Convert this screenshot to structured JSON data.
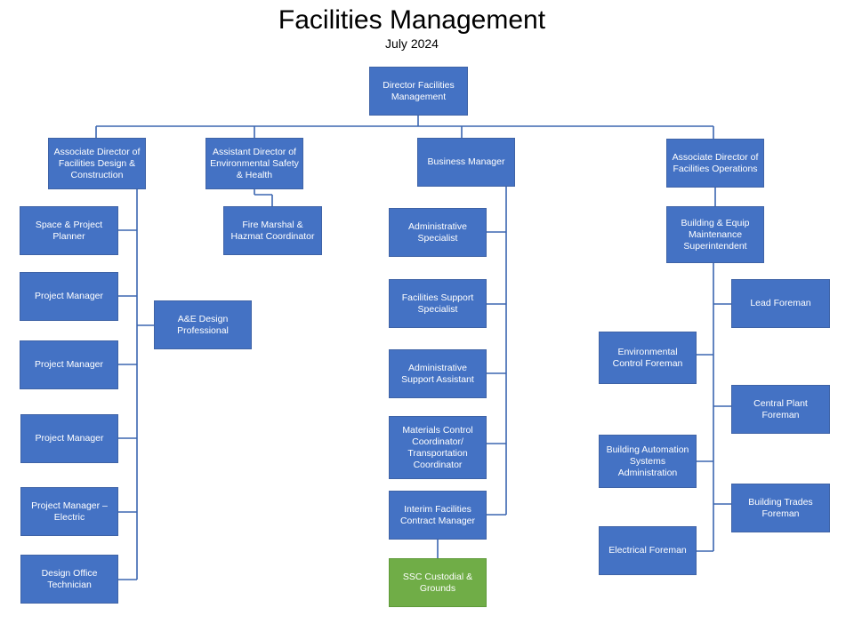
{
  "header": {
    "title": "Facilities Management",
    "date": "July 2024"
  },
  "colors": {
    "box_fill": "#4472c4",
    "box_border": "#3f63a6",
    "connector": "#3b66b0",
    "accent_box_fill": "#70ad47",
    "text": "#ffffff"
  },
  "org": {
    "director": "Director Facilities Management",
    "assoc_dir_design": "Associate Director of Facilities Design & Construction",
    "asst_dir_ehs": "Assistant Director of Environmental Safety & Health",
    "business_manager": "Business Manager",
    "assoc_dir_ops": "Associate Director of Facilities Operations",
    "design_team": {
      "space_planner": "Space & Project Planner",
      "pm_1": "Project Manager",
      "pm_2": "Project Manager",
      "pm_3": "Project Manager",
      "pm_electric": "Project Manager – Electric",
      "design_tech": "Design Office Technician",
      "ae_design": "A&E Design Professional"
    },
    "ehs_team": {
      "fire_marshal": "Fire Marshal & Hazmat Coordinator"
    },
    "business_team": {
      "admin_specialist": "Administrative Specialist",
      "support_specialist": "Facilities Support Specialist",
      "admin_assistant": "Administrative Support Assistant",
      "materials": "Materials Control Coordinator/ Transportation Coordinator",
      "contract_manager": "Interim Facilities Contract Manager",
      "custodial": "SSC Custodial & Grounds"
    },
    "ops_team": {
      "superintendent": "Building & Equip Maintenance Superintendent",
      "lead_foreman": "Lead Foreman",
      "env_control": "Environmental Control Foreman",
      "central_plant": "Central Plant Foreman",
      "bas_admin": "Building Automation Systems Administration",
      "trades_foreman": "Building Trades Foreman",
      "electrical_foreman": "Electrical Foreman"
    }
  }
}
